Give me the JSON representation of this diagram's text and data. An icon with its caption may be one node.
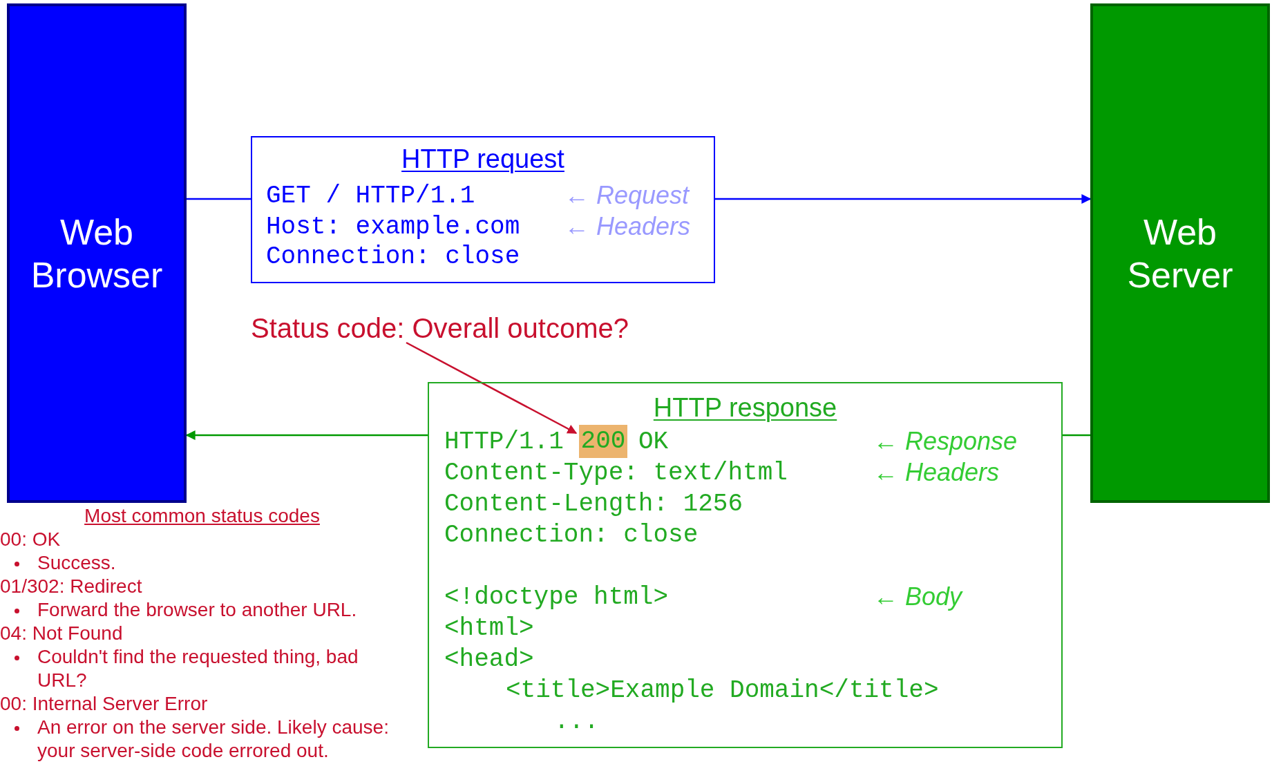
{
  "diagram": {
    "nodes": [
      {
        "text": [
          "Web Browser"
        ]
      },
      {
        "text": [
          "Web Server"
        ]
      },
      {
        "text": [
          "HTTP request",
          "GET / HTTP/1.1",
          "Host: example.com",
          "Connection: close",
          "← Request",
          "← Headers"
        ]
      },
      {
        "text": [
          "Status code: Overall outcome?"
        ]
      },
      {
        "text": [
          "HTTP response",
          "HTTP/1.1",
          "OK",
          "Content-Type: text/html",
          "Content-Length: 1256",
          "Connection: close",
          "<!doctype html>",
          "<html>",
          "<head>",
          "<title>Example Domain</title>",
          "...",
          "← Response",
          "← Headers",
          "← Body"
        ]
      },
      {
        "text": [
          "200"
        ],
        "in": 4
      }
    ],
    "edges": [
      {
        "from": 0,
        "to": 2,
        "arrow": "none",
        "color": "#0000ff"
      },
      {
        "from": 2,
        "to": 1,
        "arrow": "to",
        "color": "#0000ff"
      },
      {
        "from": 1,
        "to": 4,
        "arrow": "none",
        "color": "#009900"
      },
      {
        "from": 4,
        "to": 0,
        "arrow": "to",
        "color": "#009900"
      },
      {
        "from": 3,
        "to": 5,
        "arrow": "to",
        "color": "#c8102e"
      }
    ],
    "labels": [
      "Most common status codes",
      "00: OK",
      "Success.",
      "01/302: Redirect",
      "Forward the browser to another URL.",
      "04: Not Found",
      "Couldn't find the requested thing, bad URL?",
      "00: Internal Server Error",
      "An error on the server side. Likely cause: your server-side code errored out."
    ]
  }
}
